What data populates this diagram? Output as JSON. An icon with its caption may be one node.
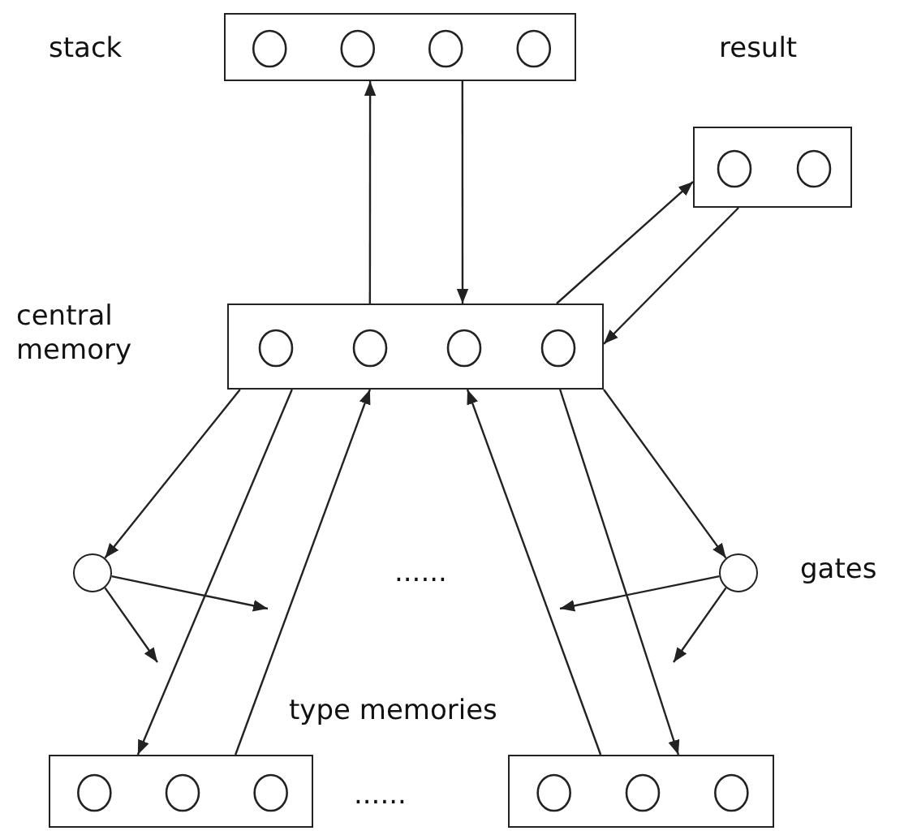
{
  "diagram": {
    "nodes": [
      {
        "text": [],
        "shape": "box",
        "beside": [
          "stack"
        ]
      },
      {
        "text": [],
        "shape": "box",
        "beside": [
          "result"
        ]
      },
      {
        "text": [],
        "shape": "box",
        "beside": [
          "central memory"
        ]
      },
      {
        "text": [],
        "shape": "circle"
      },
      {
        "text": [],
        "shape": "circle",
        "beside": [
          "gates"
        ]
      },
      {
        "text": [],
        "shape": "box"
      },
      {
        "text": [],
        "shape": "box"
      }
    ],
    "edges": [
      {
        "from": 2,
        "to": 0,
        "arrow": "to"
      },
      {
        "from": 0,
        "to": 2,
        "arrow": "to"
      },
      {
        "from": 2,
        "to": 1,
        "arrow": "to"
      },
      {
        "from": 1,
        "to": 2,
        "arrow": "to"
      },
      {
        "from": 2,
        "to": 3,
        "arrow": "to"
      },
      {
        "from": 2,
        "to": 5,
        "arrow": "to"
      },
      {
        "from": 5,
        "to": 2,
        "arrow": "to"
      },
      {
        "from": 2,
        "to": 4,
        "arrow": "to"
      },
      {
        "from": 6,
        "to": 2,
        "arrow": "to"
      },
      {
        "from": 2,
        "to": 6,
        "arrow": "to"
      },
      {
        "from": 3,
        "to": null,
        "arrow": "to"
      },
      {
        "from": 3,
        "to": null,
        "arrow": "to"
      },
      {
        "from": 4,
        "to": null,
        "arrow": "to"
      },
      {
        "from": 4,
        "to": null,
        "arrow": "to"
      }
    ],
    "labels": [
      "......",
      "type memories",
      "......"
    ]
  }
}
